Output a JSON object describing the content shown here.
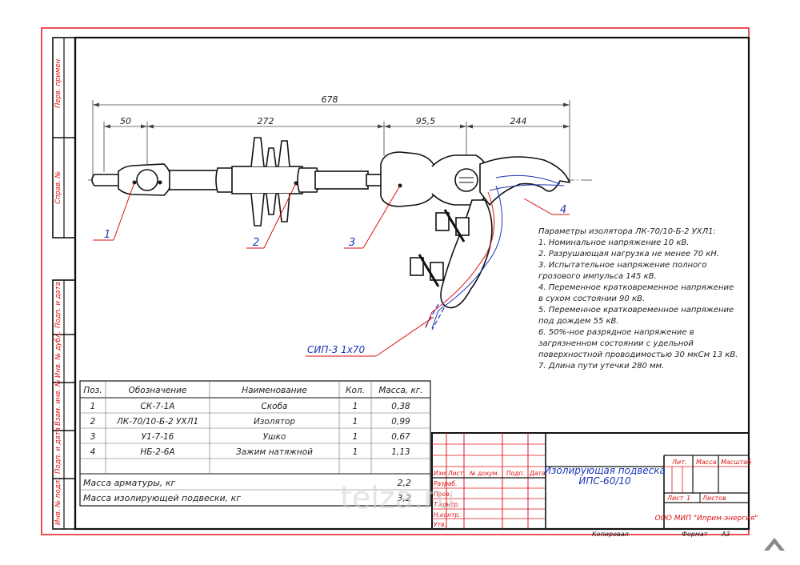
{
  "colors": {
    "frame": "#e2161b",
    "callout": "#1a35b5",
    "line": "#111111"
  },
  "dimensions": {
    "overall": "678",
    "d50": "50",
    "d272": "272",
    "d95": "95,5",
    "d244": "244"
  },
  "callouts": {
    "c1": "1",
    "c2": "2",
    "c3": "3",
    "c4": "4",
    "cable": "СИП-3 1х70"
  },
  "side_stamp": {
    "perv_primen": "Перв. примен",
    "sprav": "Справ. №",
    "podp_data_1": "Подп. и дата",
    "inv_dubl": "Инв. № дубл.",
    "vzam_inv": "Взам. инв. №",
    "podp_data_2": "Подп. и дата",
    "inv_podl": "Инв. № подл."
  },
  "params": {
    "title": "Параметры изолятора ЛК-70/10-Б-2 УХЛ1:",
    "lines": [
      "1. Номинальное напряжение 10 кВ.",
      "2. Разрушающая нагрузка не менее 70 кН.",
      "3. Испытательное напряжение полного",
      "грозового импульса 145 кВ.",
      "4. Переменное кратковременное напряжение",
      "в сухом состоянии 90 кВ.",
      "5. Переменное кратковременное напряжение",
      "под дождем 55 кВ.",
      "6. 50%-ное разрядное напряжение в",
      "загрязненном состоянии с удельной",
      "поверхностной проводимостью 30 мкСм 13 кВ.",
      "7. Длина пути утечки 280 мм."
    ]
  },
  "spec_table": {
    "headers": [
      "Поз.",
      "Обозначение",
      "Наименование",
      "Кол.",
      "Масса, кг."
    ],
    "rows": [
      [
        "1",
        "СК-7-1А",
        "Скоба",
        "1",
        "0,38"
      ],
      [
        "2",
        "ЛК-70/10-Б-2 УХЛ1",
        "Изолятор",
        "1",
        "0,99"
      ],
      [
        "3",
        "У1-7-16",
        "Ушко",
        "1",
        "0,67"
      ],
      [
        "4",
        "НБ-2-6А",
        "Зажим натяжной",
        "1",
        "1,13"
      ]
    ],
    "mass_fittings_label": "Масса арматуры, кг",
    "mass_fittings_value": "2,2",
    "mass_total_label": "Масса изолирующей подвески, кг",
    "mass_total_value": "3,2"
  },
  "title_block": {
    "name_line1": "Изолирующая подвеска",
    "name_line2": "ИПС-60/10",
    "col_izm": "Изм.",
    "col_list": "Лист",
    "col_dokum": "№ докум.",
    "col_podp": "Подп.",
    "col_data": "Дата",
    "razrab": "Разраб.",
    "prov": "Пров.",
    "tkontr": "Т.контр.",
    "nkontr": "Н.контр.",
    "utv": "Утв.",
    "lit": "Лит.",
    "massa": "Масса",
    "masshtab": "Масштаб",
    "list_label": "Лист",
    "list_value": "1",
    "listov": "Листов",
    "org": "ООО МИП \"Иприм-энергия\"",
    "kopiroval": "Копировал",
    "format_label": "Формат",
    "format_value": "А3"
  },
  "watermark": "telza.ru"
}
